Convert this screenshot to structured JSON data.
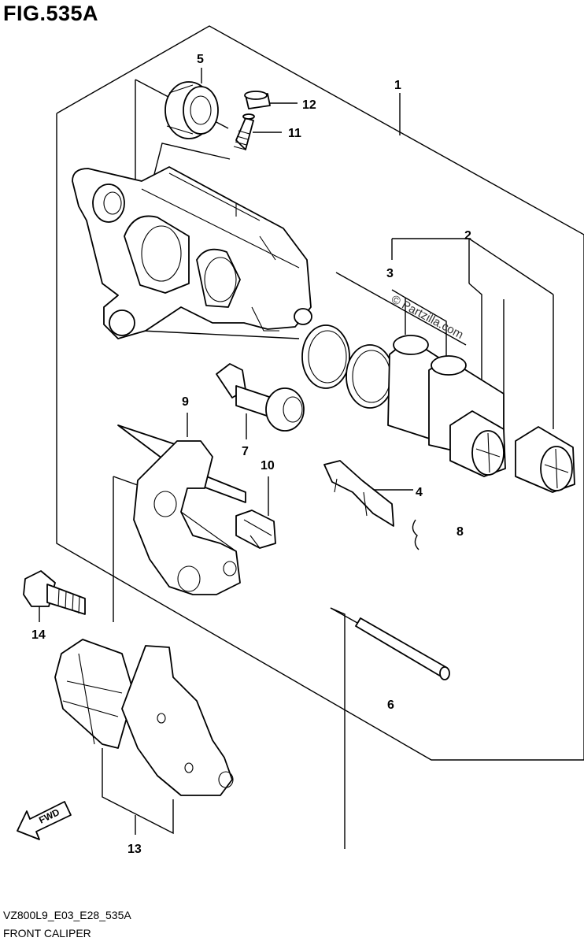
{
  "figure": {
    "title": "FIG.535A",
    "code": "VZ800L9_E03_E28_535A",
    "name": "FRONT CALIPER",
    "watermark": "© Partzilla.com",
    "direction_label": "FWD"
  },
  "callouts": [
    {
      "id": "1",
      "label": "1"
    },
    {
      "id": "2",
      "label": "2"
    },
    {
      "id": "3",
      "label": "3"
    },
    {
      "id": "4",
      "label": "4"
    },
    {
      "id": "5",
      "label": "5"
    },
    {
      "id": "6",
      "label": "6"
    },
    {
      "id": "7",
      "label": "7"
    },
    {
      "id": "8",
      "label": "8"
    },
    {
      "id": "9",
      "label": "9"
    },
    {
      "id": "10",
      "label": "10"
    },
    {
      "id": "11",
      "label": "11"
    },
    {
      "id": "12",
      "label": "12"
    },
    {
      "id": "13",
      "label": "13"
    },
    {
      "id": "14",
      "label": "14"
    }
  ]
}
